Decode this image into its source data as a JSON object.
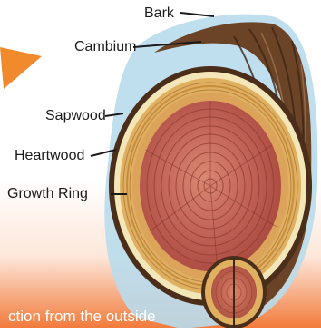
{
  "labels": {
    "bark": "Bark",
    "cambium": "Cambium",
    "sapwood": "Sapwood",
    "heartwood": "Heartwood",
    "growth_ring": "Growth Ring"
  },
  "caption": "ction from the outside",
  "colors": {
    "gradient_bottom": "#f27a3a",
    "arrow_orange": "#f08a2c",
    "bark_brown": "#5a3a22",
    "sapwood_yellow": "#e2b666",
    "heartwood_red": "#b9574a",
    "blue_halo": "#9fd0e6"
  }
}
